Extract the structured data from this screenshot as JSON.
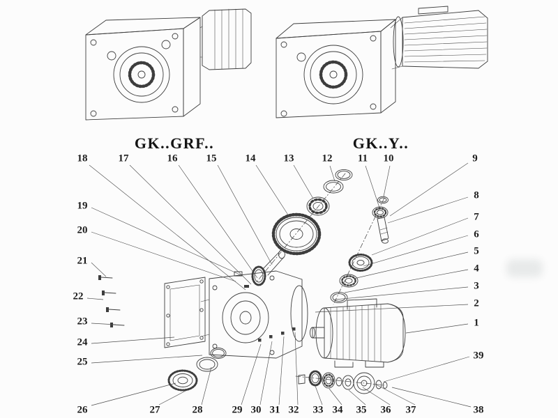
{
  "variants": {
    "left_label": "GK..GRF..",
    "right_label": "GK..Y.."
  },
  "callouts": {
    "c1": "1",
    "c2": "2",
    "c3": "3",
    "c4": "4",
    "c5": "5",
    "c6": "6",
    "c7": "7",
    "c8": "8",
    "c9": "9",
    "c10": "10",
    "c11": "11",
    "c12": "12",
    "c13": "13",
    "c14": "14",
    "c15": "15",
    "c16": "16",
    "c17": "17",
    "c18": "18",
    "c19": "19",
    "c20": "20",
    "c21": "21",
    "c22": "22",
    "c23": "23",
    "c24": "24",
    "c25": "25",
    "c26": "26",
    "c27": "27",
    "c28": "28",
    "c29": "29",
    "c30": "30",
    "c31": "31",
    "c32": "32",
    "c33": "33",
    "c34": "34",
    "c35": "35",
    "c36": "36",
    "c37": "37",
    "c38": "38",
    "c39": "39"
  }
}
